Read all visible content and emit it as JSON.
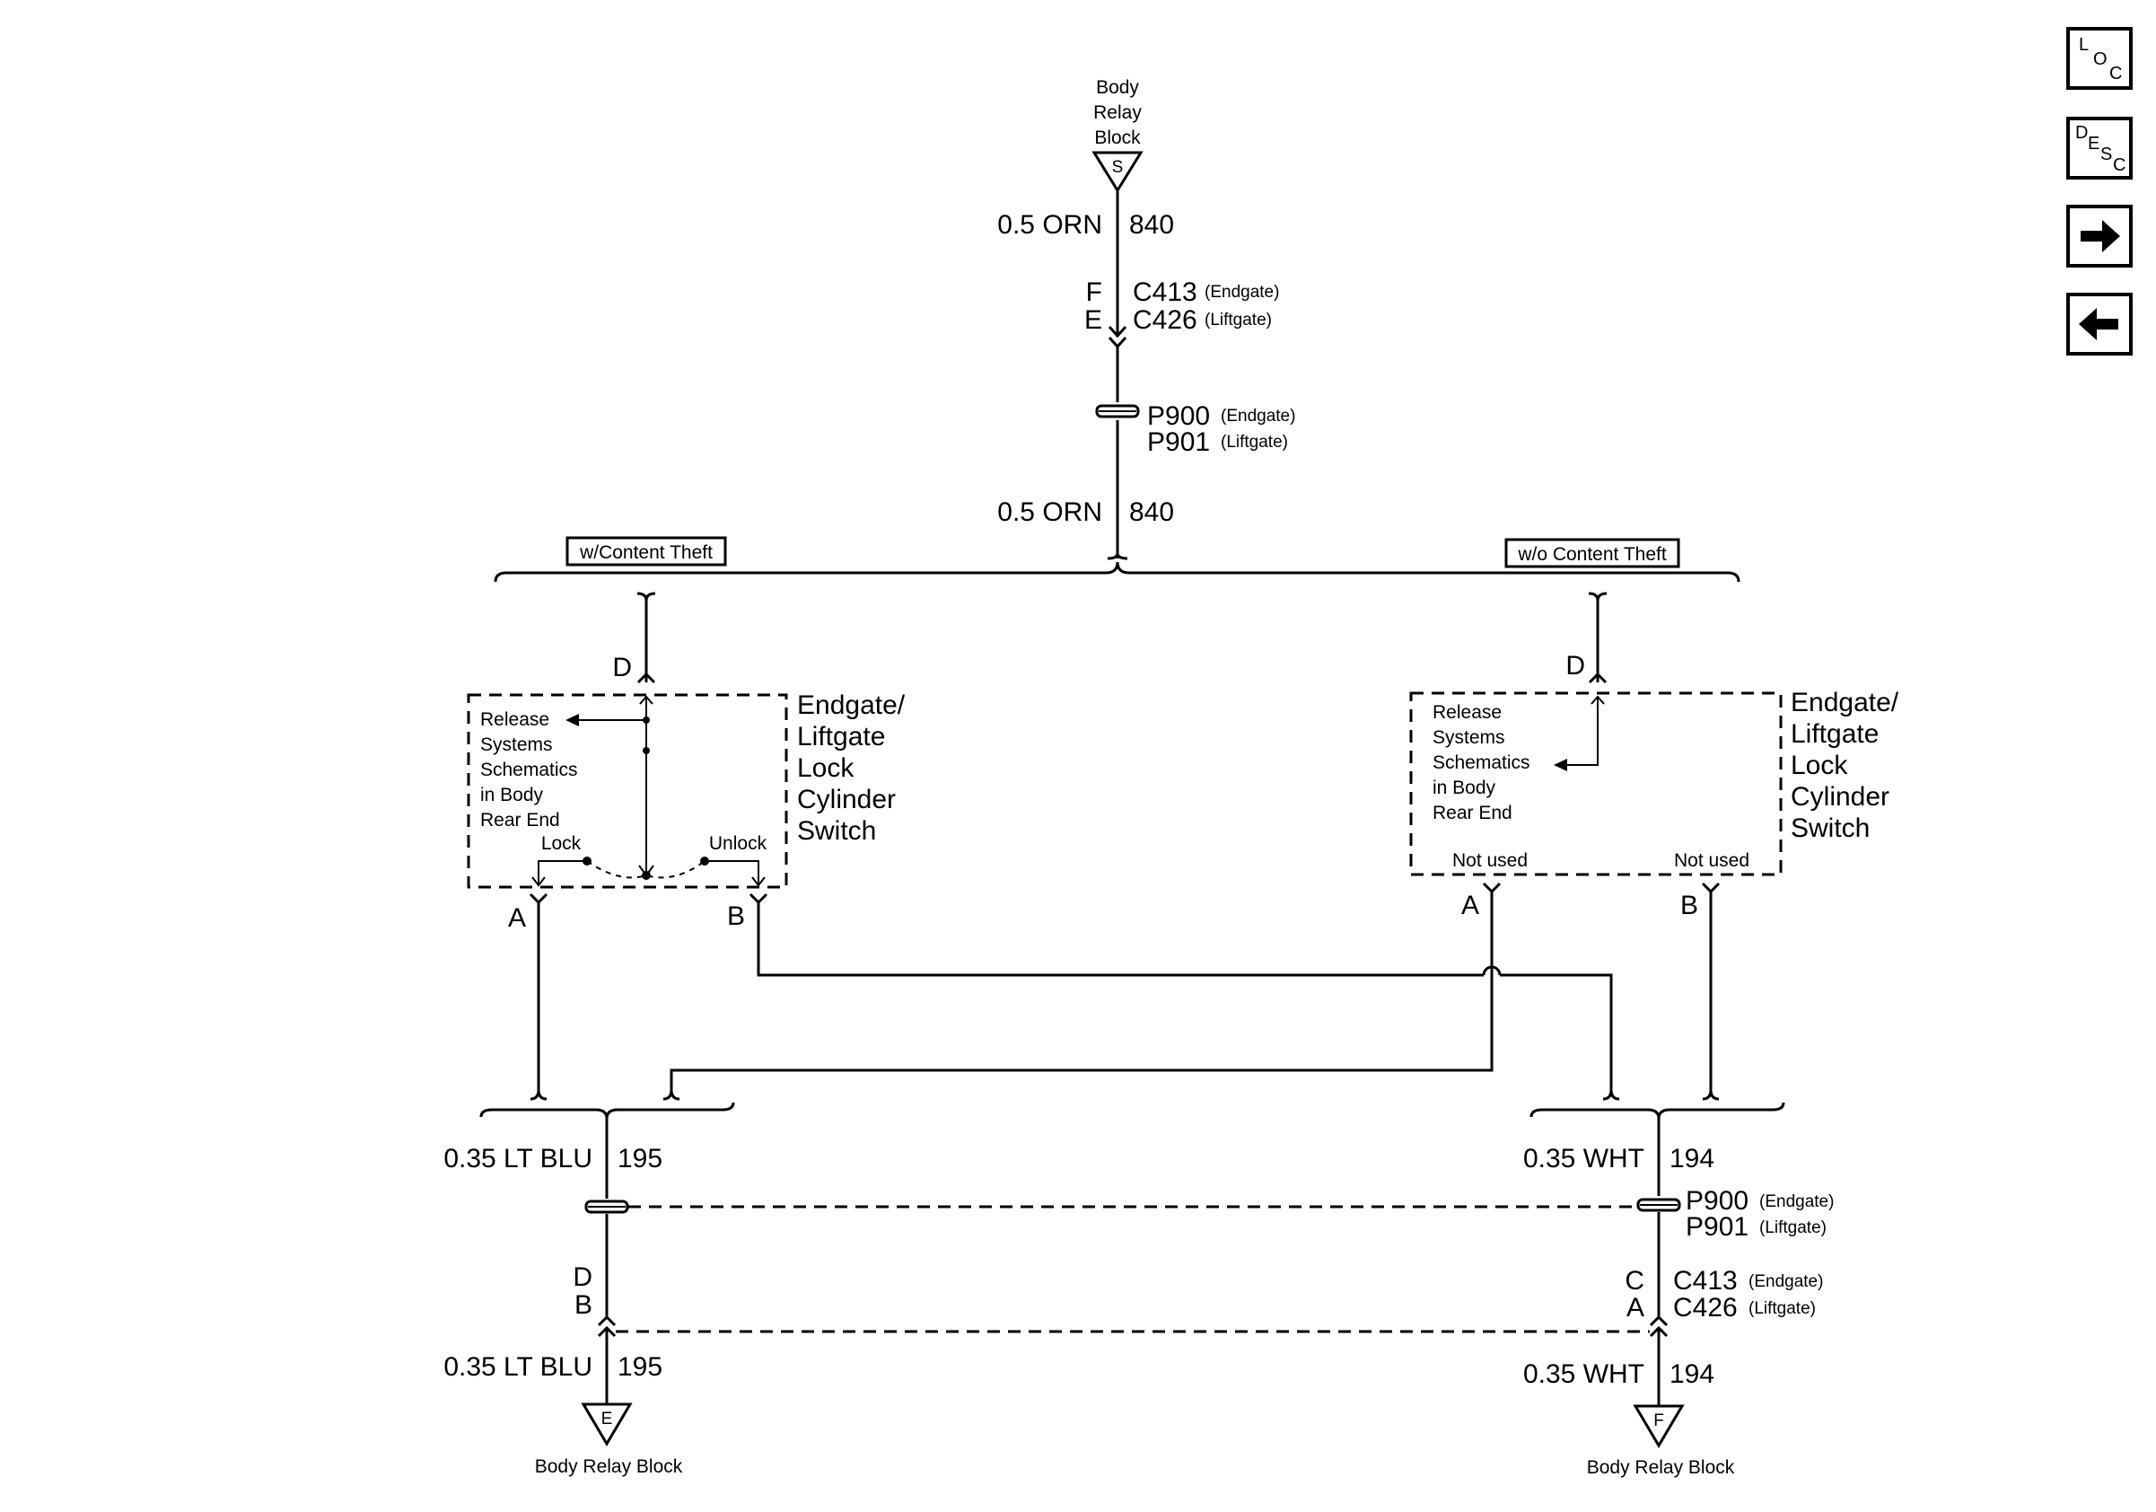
{
  "top_source": {
    "name_lines": [
      "Body",
      "Relay",
      "Block"
    ],
    "terminal": "S"
  },
  "top_wire": {
    "upper": {
      "gauge_color": "0.5 ORN",
      "circuit": "840"
    },
    "lower": {
      "gauge_color": "0.5 ORN",
      "circuit": "840"
    }
  },
  "top_connector": {
    "pins": [
      "F",
      "E"
    ],
    "ids": [
      "C413",
      "C426"
    ],
    "variants": [
      "(Endgate)",
      "(Liftgate)"
    ]
  },
  "top_splice": {
    "ids": [
      "P900",
      "P901"
    ],
    "variants": [
      "(Endgate)",
      "(Liftgate)"
    ]
  },
  "options": {
    "left": "w/Content Theft",
    "right": "w/o Content Theft"
  },
  "left_switch": {
    "pin_top": "D",
    "note_lines": [
      "Release",
      "Systems",
      "Schematics",
      "in Body",
      "Rear End"
    ],
    "lock_label": "Lock",
    "unlock_label": "Unlock",
    "pin_a": "A",
    "pin_b": "B",
    "name_lines": [
      "Endgate/",
      "Liftgate",
      "Lock",
      "Cylinder",
      "Switch"
    ]
  },
  "right_switch": {
    "pin_top": "D",
    "note_lines": [
      "Release",
      "Systems",
      "Schematics",
      "in Body",
      "Rear End"
    ],
    "not_used_a": "Not used",
    "not_used_b": "Not used",
    "pin_a": "A",
    "pin_b": "B",
    "name_lines": [
      "Endgate/",
      "Liftgate",
      "Lock",
      "Cylinder",
      "Switch"
    ]
  },
  "left_output": {
    "upper": {
      "gauge_color": "0.35 LT BLU",
      "circuit": "195"
    },
    "pins": [
      "D",
      "B"
    ],
    "lower": {
      "gauge_color": "0.35 LT BLU",
      "circuit": "195"
    },
    "terminal": "E",
    "destination": "Body Relay Block"
  },
  "right_output": {
    "upper": {
      "gauge_color": "0.35 WHT",
      "circuit": "194"
    },
    "splice_ids": [
      "P900",
      "P901"
    ],
    "splice_variants": [
      "(Endgate)",
      "(Liftgate)"
    ],
    "pins": [
      "C",
      "A"
    ],
    "connector_ids": [
      "C413",
      "C426"
    ],
    "connector_variants": [
      "(Endgate)",
      "(Liftgate)"
    ],
    "lower": {
      "gauge_color": "0.35 WHT",
      "circuit": "194"
    },
    "terminal": "F",
    "destination": "Body Relay Block"
  },
  "nav": {
    "loc": [
      "L",
      "O",
      "C"
    ],
    "desc": [
      "D",
      "E",
      "S",
      "C"
    ],
    "forward_icon": "arrow-right",
    "back_icon": "arrow-left"
  }
}
